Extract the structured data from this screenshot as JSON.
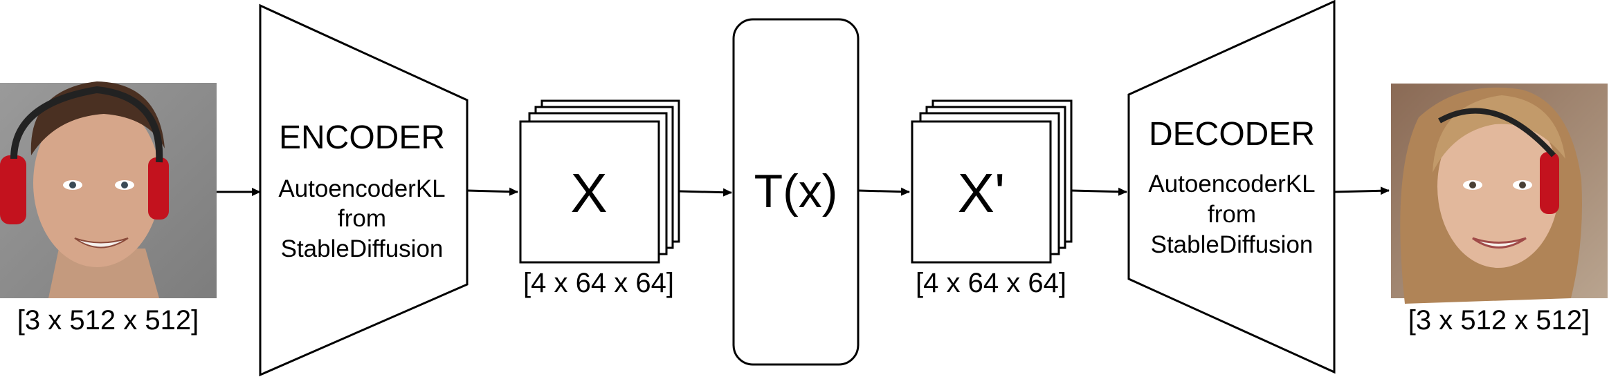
{
  "input": {
    "dims": "[3 x 512 x 512]",
    "image_desc": "face-photo-male-headphones"
  },
  "encoder": {
    "title": "ENCODER",
    "line1": "AutoencoderKL",
    "line2": "from",
    "line3": "StableDiffusion"
  },
  "latent_in": {
    "label": "X",
    "dims": "[4 x 64 x 64]"
  },
  "transform": {
    "label": "T(x)"
  },
  "latent_out": {
    "label": "X'",
    "dims": "[4 x 64 x 64]"
  },
  "decoder": {
    "title": "DECODER",
    "line1": "AutoencoderKL",
    "line2": "from",
    "line3": "StableDiffusion"
  },
  "output": {
    "dims": "[3 x 512 x 512]",
    "image_desc": "face-photo-female-headphones"
  }
}
